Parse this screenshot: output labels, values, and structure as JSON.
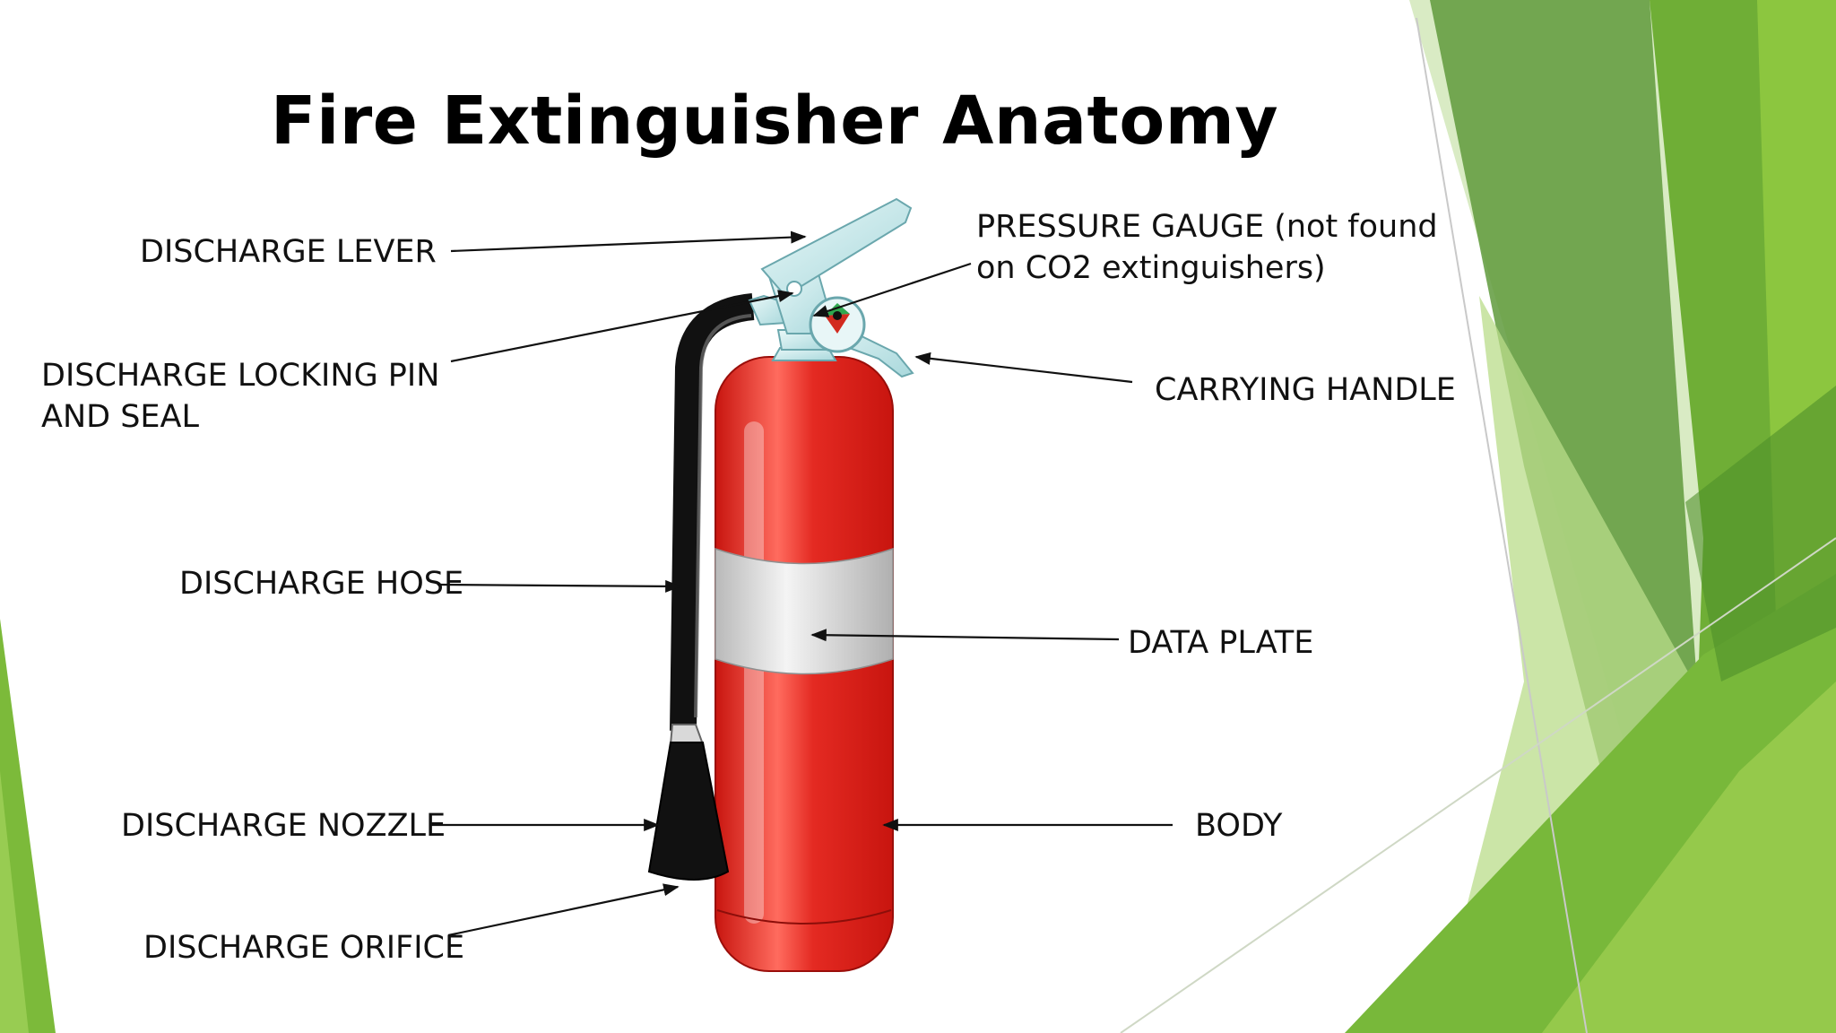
{
  "slide": {
    "title": "Fire Extinguisher Anatomy",
    "theme_colors": {
      "green_dark": "#5f9a3c",
      "green_mid": "#78b83a",
      "green_light": "#a9d36a",
      "body_red": "#dd1f1a",
      "band_grey": "#c8c8c8",
      "hose_black": "#111111",
      "valve_cyan": "#cfeef0"
    }
  },
  "labels": {
    "discharge_lever": "DISCHARGE LEVER",
    "locking_pin_line1": "DISCHARGE LOCKING PIN",
    "locking_pin_line2": "AND SEAL",
    "discharge_hose": "DISCHARGE HOSE",
    "discharge_nozzle": "DISCHARGE NOZZLE",
    "discharge_orifice": "DISCHARGE ORIFICE",
    "pressure_gauge_line1": "PRESSURE GAUGE (not found",
    "pressure_gauge_line2": "on CO2 extinguishers)",
    "carrying_handle": "CARRYING HANDLE",
    "data_plate": "DATA PLATE",
    "body": "BODY"
  }
}
